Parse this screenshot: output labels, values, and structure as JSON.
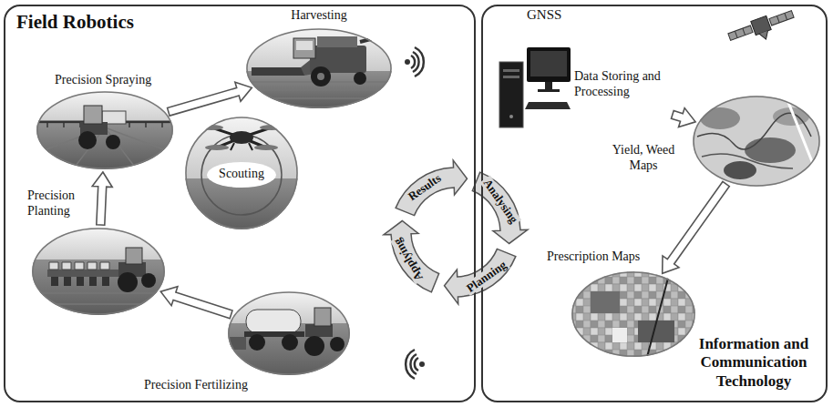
{
  "diagram": {
    "nodes": [
      {
        "text": [
          "Field Robotics"
        ]
      },
      {
        "text": [
          "Harvesting"
        ],
        "in": 0
      },
      {
        "text": [
          "Precision Spraying"
        ],
        "in": 0
      },
      {
        "text": [
          "Scouting"
        ],
        "in": 0
      },
      {
        "text": [
          "Precision Planting"
        ],
        "in": 0
      },
      {
        "text": [
          "Precision Fertilizing"
        ],
        "in": 0
      },
      {
        "text": [
          "Information and Communication Technology"
        ]
      },
      {
        "text": [
          "Data Storing and Processing"
        ],
        "in": 6
      },
      {
        "text": [
          "Yield, Weed Maps"
        ],
        "in": 6
      },
      {
        "text": [
          "Prescription Maps"
        ],
        "in": 6
      }
    ],
    "edges": [
      {
        "from": 5,
        "to": 4,
        "arrow": "to"
      },
      {
        "from": 4,
        "to": 2,
        "arrow": "to"
      },
      {
        "from": 2,
        "to": 1,
        "arrow": "to"
      },
      {
        "from": 7,
        "to": 8,
        "arrow": "to"
      },
      {
        "from": 8,
        "to": 9,
        "arrow": "to"
      }
    ],
    "labels": [
      "GNSS",
      "Results",
      "Analysing",
      "Planning",
      "Applying"
    ]
  }
}
